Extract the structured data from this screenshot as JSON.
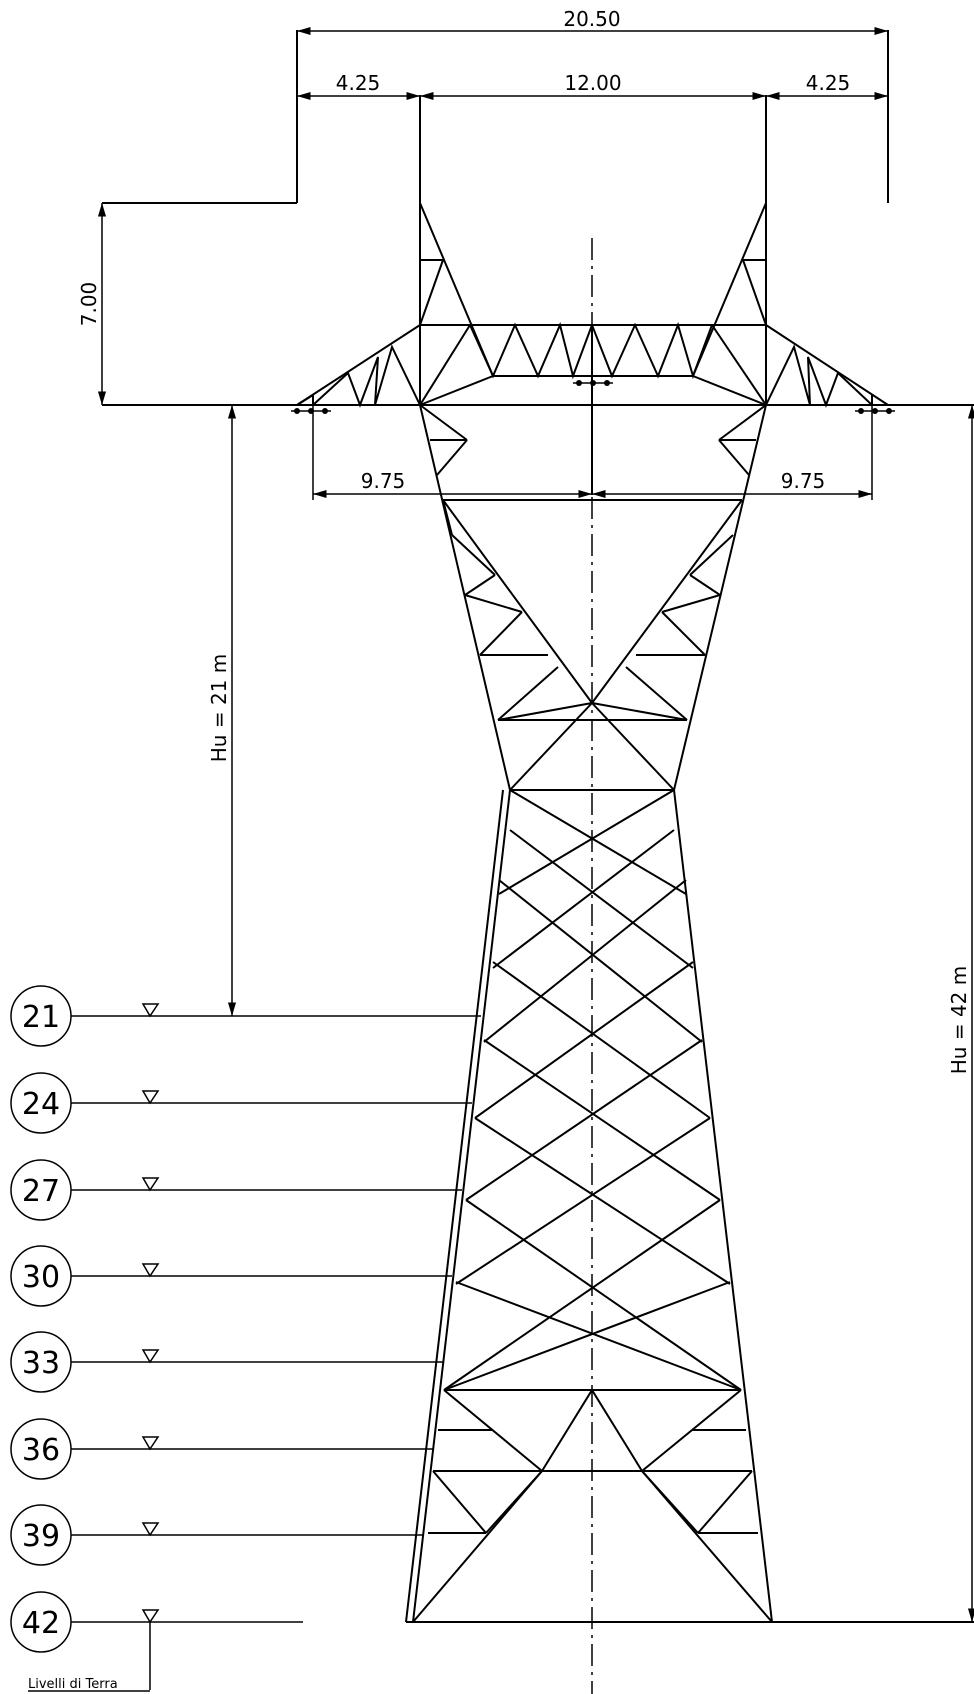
{
  "dimensions": {
    "total_width": "20.50",
    "left_offset": "4.25",
    "center_width": "12.00",
    "right_offset": "4.25",
    "crossarm_height": "7.00",
    "left_arm": "9.75",
    "right_arm": "9.75"
  },
  "height_labels": {
    "hu_21": "Hu = 21 m",
    "hu_42": "Hu = 42 m"
  },
  "levels": [
    "21",
    "24",
    "27",
    "30",
    "33",
    "36",
    "39",
    "42"
  ],
  "legend": {
    "ground_levels": "Livelli di Terra"
  }
}
